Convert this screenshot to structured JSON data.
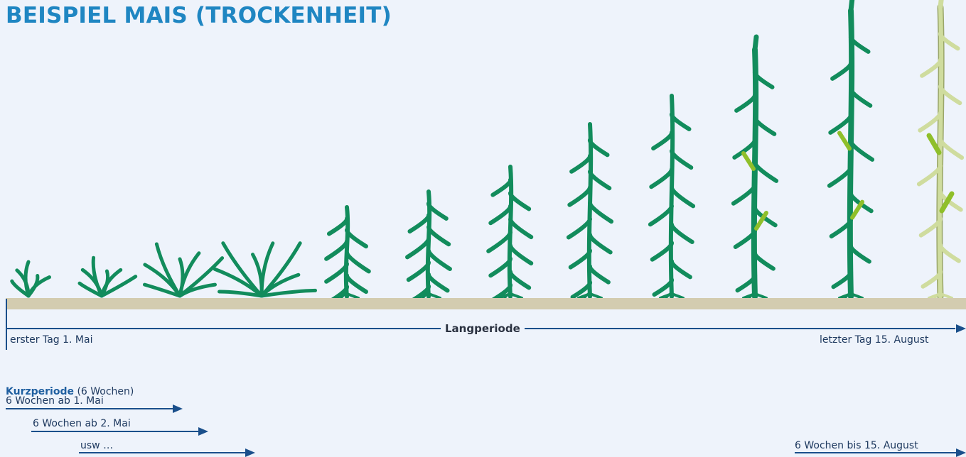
{
  "title": "BEISPIEL MAIS (TROCKENHEIT)",
  "long_period": {
    "label": "Langperiode",
    "start_label": "erster Tag 1. Mai",
    "end_label": "letzter Tag 15. August"
  },
  "short_period": {
    "heading_bold": "Kurzperiode",
    "heading_rest": "(6 Wochen)",
    "items": [
      "6 Wochen ab 1. Mai",
      "6 Wochen ab 2. Mai",
      "usw …"
    ],
    "last_item": "6 Wochen bis 15. August"
  },
  "colors": {
    "plant_green": "#128c5c",
    "plant_dry": "#cfdc9e",
    "accent_leaf": "#8fbf2a",
    "ground": "#d3ccb0",
    "arrow": "#1a4f8b",
    "title": "#1f86c2"
  },
  "growth_stages": 12
}
